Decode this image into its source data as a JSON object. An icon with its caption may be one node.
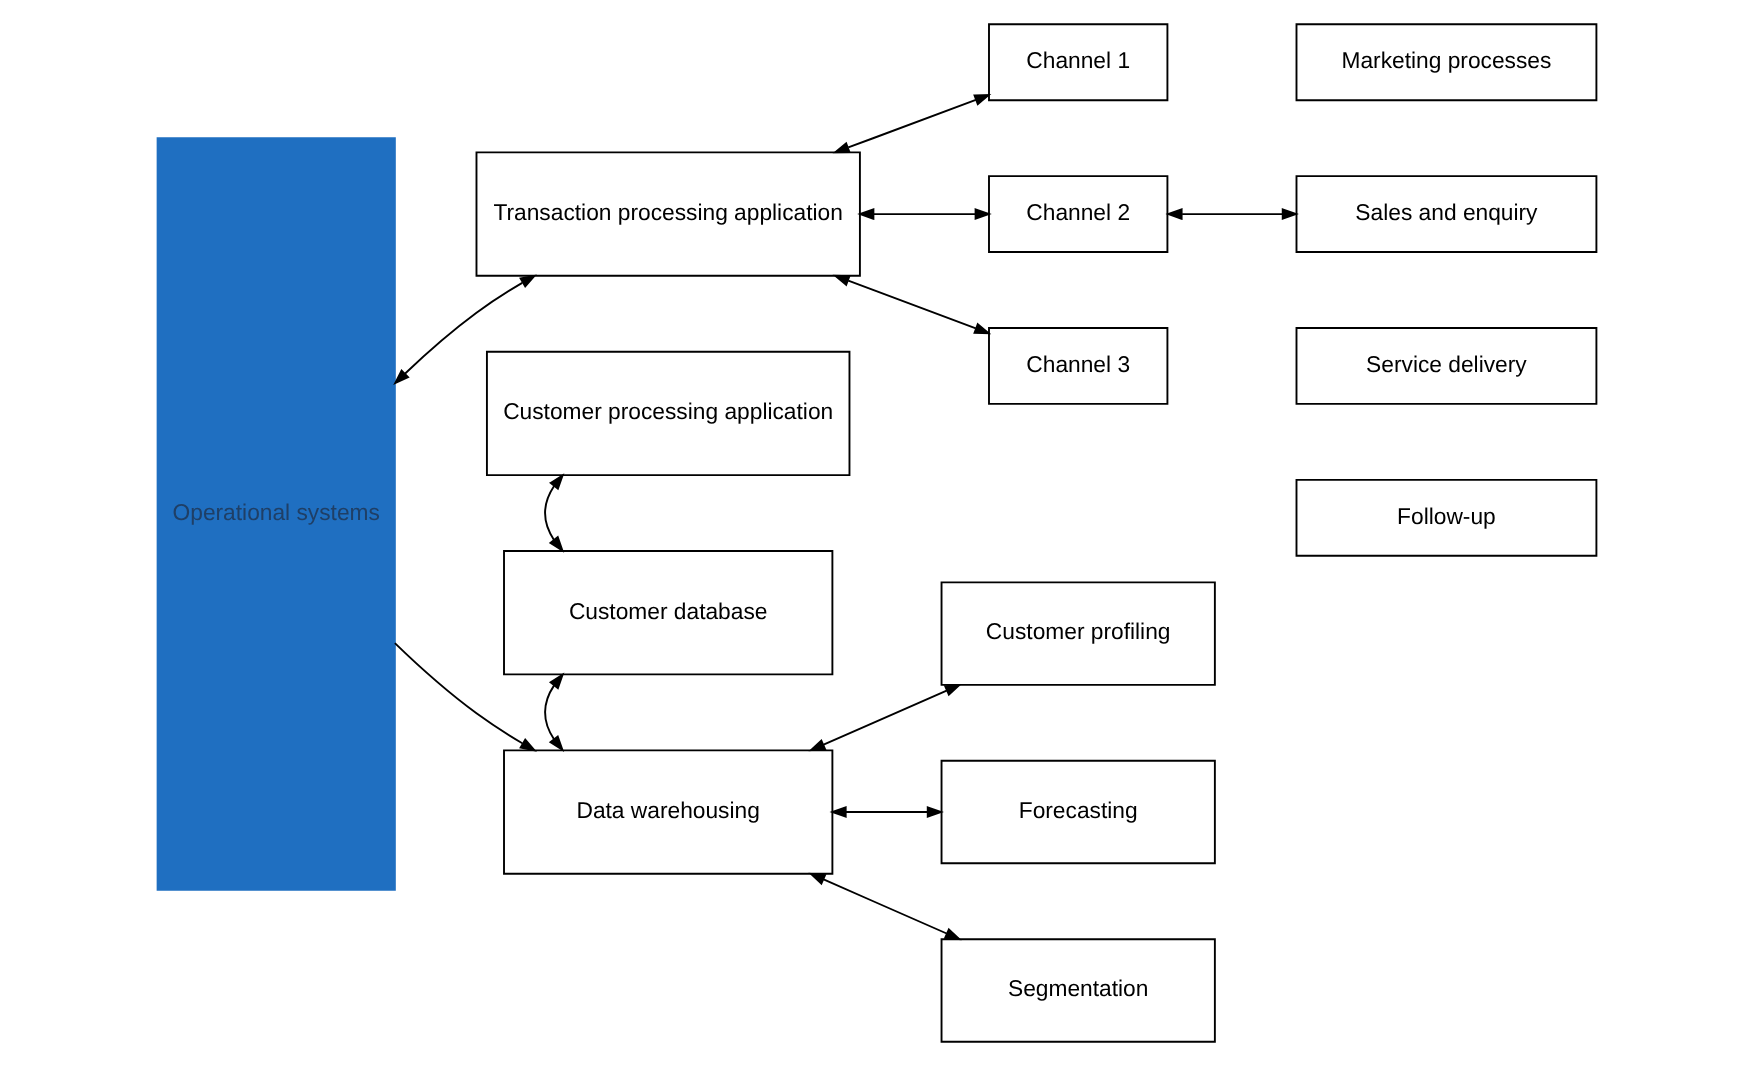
{
  "diagram": {
    "nodes": [
      {
        "text": [
          "Operational systems"
        ]
      },
      {
        "text": [
          "Transaction processing application"
        ]
      },
      {
        "text": [
          "Customer processing application"
        ]
      },
      {
        "text": [
          "Customer database"
        ]
      },
      {
        "text": [
          "Data warehousing"
        ]
      },
      {
        "text": [
          "Channel 1"
        ]
      },
      {
        "text": [
          "Channel 2"
        ]
      },
      {
        "text": [
          "Channel 3"
        ]
      },
      {
        "text": [
          "Marketing processes"
        ]
      },
      {
        "text": [
          "Sales and enquiry"
        ]
      },
      {
        "text": [
          "Service delivery"
        ]
      },
      {
        "text": [
          "Follow-up"
        ]
      },
      {
        "text": [
          "Customer profiling"
        ]
      },
      {
        "text": [
          "Forecasting"
        ]
      },
      {
        "text": [
          "Segmentation"
        ]
      }
    ],
    "edges": [
      {
        "from": 0,
        "to": 1,
        "arrow": "both"
      },
      {
        "from": 1,
        "to": 5,
        "arrow": "both"
      },
      {
        "from": 1,
        "to": 6,
        "arrow": "both"
      },
      {
        "from": 1,
        "to": 7,
        "arrow": "both"
      },
      {
        "from": 6,
        "to": 9,
        "arrow": "both"
      },
      {
        "from": 2,
        "to": 3,
        "arrow": "both"
      },
      {
        "from": 3,
        "to": 4,
        "arrow": "both"
      },
      {
        "from": 0,
        "to": 4,
        "arrow": "to"
      },
      {
        "from": 4,
        "to": 12,
        "arrow": "both"
      },
      {
        "from": 4,
        "to": 13,
        "arrow": "both"
      },
      {
        "from": 4,
        "to": 14,
        "arrow": "both"
      }
    ]
  }
}
